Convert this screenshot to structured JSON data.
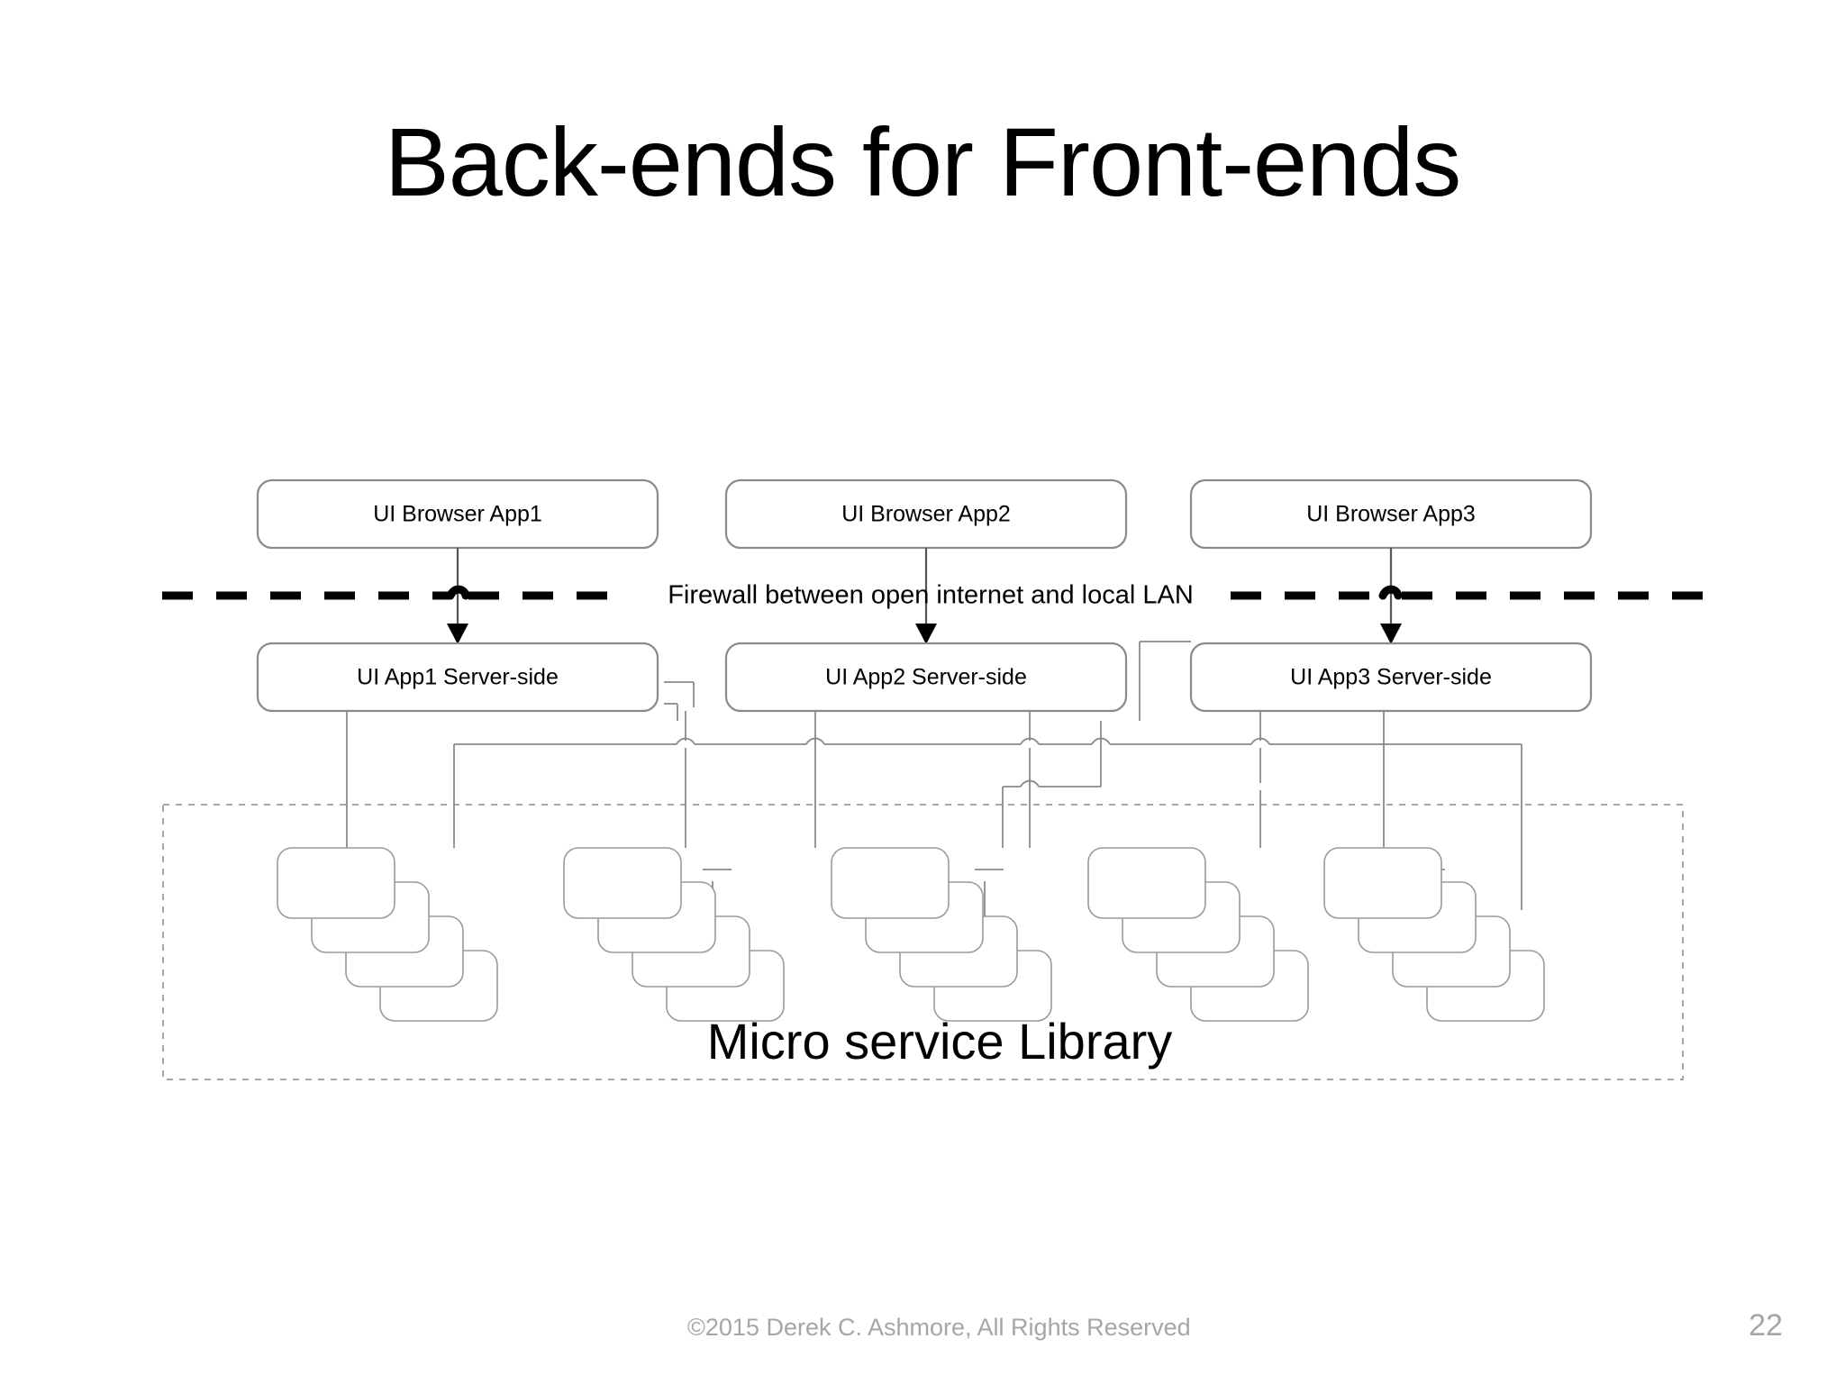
{
  "slide": {
    "title": "Back-ends for Front-ends",
    "page_number": "22",
    "copyright": "©2015 Derek C. Ashmore, All Rights Reserved",
    "background_color": "#ffffff",
    "box_stroke_color": "#8a8a8a",
    "connector_color": "#8a8a8a",
    "footer_color": "#a6a6a6"
  },
  "diagram": {
    "browser_tier": [
      {
        "label": "UI Browser App1"
      },
      {
        "label": "UI Browser App2"
      },
      {
        "label": "UI Browser App3"
      }
    ],
    "firewall": {
      "label": "Firewall between open internet and local LAN"
    },
    "server_tier": [
      {
        "label": "UI App1 Server-side"
      },
      {
        "label": "UI App2 Server-side"
      },
      {
        "label": "UI App3 Server-side"
      }
    ],
    "library": {
      "label": "Micro service Library",
      "stack_count": 5,
      "cards_per_stack": 4
    }
  }
}
